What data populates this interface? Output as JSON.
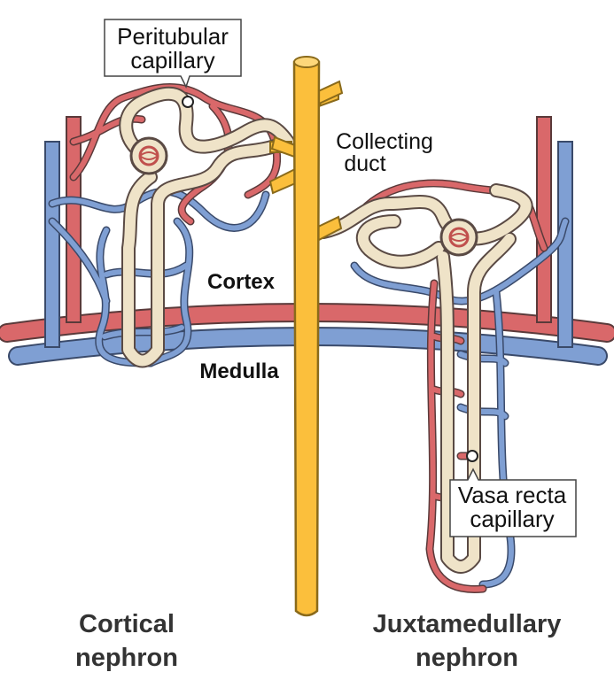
{
  "labels": {
    "peritubular_line1": "Peritubular",
    "peritubular_line2": "capillary",
    "collecting_line1": "Collecting",
    "collecting_line2": "duct",
    "cortex": "Cortex",
    "medulla": "Medulla",
    "vasa_line1": "Vasa recta",
    "vasa_line2": "capillary",
    "cortical_line1": "Cortical",
    "cortical_line2": "nephron",
    "juxta_line1": "Juxtamedullary",
    "juxta_line2": "nephron"
  },
  "colors": {
    "artery": "#d9686a",
    "vein": "#7f9fd3",
    "tubule": "#efe3c8",
    "collecting_duct": "#fbbf3c",
    "outline": "#5a4a44"
  }
}
